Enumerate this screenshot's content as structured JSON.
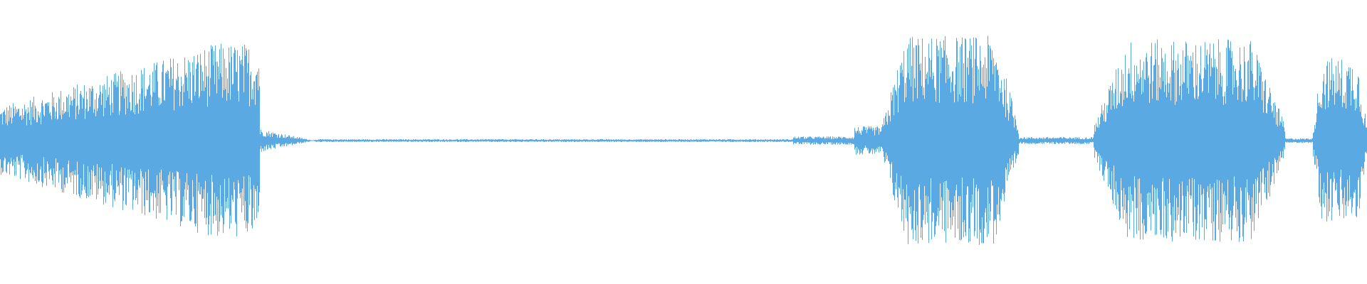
{
  "waveform": {
    "color": "#5aa9e3",
    "background": "#ffffff",
    "segments": [
      {
        "t0": 0.0,
        "t1": 0.19,
        "amp": 0.82,
        "shape": "rise"
      },
      {
        "t0": 0.19,
        "t1": 0.23,
        "amp": 0.1,
        "shape": "decay"
      },
      {
        "t0": 0.23,
        "t1": 0.58,
        "amp": 0.012,
        "shape": "flat"
      },
      {
        "t0": 0.58,
        "t1": 0.625,
        "amp": 0.035,
        "shape": "flat"
      },
      {
        "t0": 0.625,
        "t1": 0.645,
        "amp": 0.12,
        "shape": "flat"
      },
      {
        "t0": 0.645,
        "t1": 0.745,
        "amp": 0.88,
        "shape": "burst"
      },
      {
        "t0": 0.745,
        "t1": 0.8,
        "amp": 0.03,
        "shape": "flat"
      },
      {
        "t0": 0.8,
        "t1": 0.94,
        "amp": 0.85,
        "shape": "burst"
      },
      {
        "t0": 0.94,
        "t1": 0.96,
        "amp": 0.02,
        "shape": "flat"
      },
      {
        "t0": 0.96,
        "t1": 1.0,
        "amp": 0.7,
        "shape": "burst"
      }
    ]
  }
}
